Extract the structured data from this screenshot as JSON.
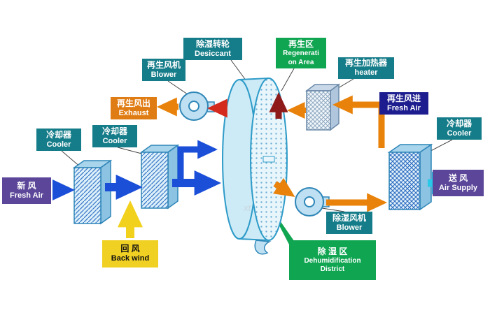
{
  "labels": {
    "desiccant": {
      "line1": "除湿转轮",
      "line2": "Desiccant"
    },
    "regen_area": {
      "line1": "再生区",
      "line2": "Regenerati",
      "line3": "on Area"
    },
    "regen_blower": {
      "line1": "再生风机",
      "line2": "Blower"
    },
    "regen_heater": {
      "line1": "再生加热器",
      "line2": "heater"
    },
    "exhaust": {
      "line1": "再生风出",
      "line2": "Exhaust"
    },
    "regen_fresh_air": {
      "line1": "再生风进",
      "line2": "Fresh Air"
    },
    "cooler_left1": {
      "line1": "冷却器",
      "line2": "Cooler"
    },
    "cooler_left2": {
      "line1": "冷却器",
      "line2": "Cooler"
    },
    "cooler_right": {
      "line1": "冷却器",
      "line2": "Cooler"
    },
    "fresh_air": {
      "line1": "新 风",
      "line2": "Fresh Air"
    },
    "air_supply": {
      "line1": "送 风",
      "line2": "Air Supply"
    },
    "back_wind": {
      "line1": "回 风",
      "line2": "Back wind"
    },
    "dehumid_blower": {
      "line1": "除湿风机",
      "line2": "Blower"
    },
    "dehumid_district": {
      "line1": "除 湿 区",
      "line2": "Dehumidification",
      "line3": "District"
    }
  },
  "watermark": "xt",
  "colors": {
    "label_teal": "#157C89",
    "label_green": "#0FA551",
    "label_orange": "#E07C14",
    "label_navy": "#1D1D8F",
    "label_purple": "#5B4699",
    "label_yellow": "#F0D023",
    "arrow_blue": "#1B4FD8",
    "arrow_orange": "#E8820A",
    "arrow_red": "#D42A1E",
    "arrow_darkred": "#8E1A1A",
    "arrow_yellow": "#F2D11C",
    "arrow_cyan": "#28C8E8",
    "wheel_fill": "#CDEBF7",
    "component_outline": "#2E86B8"
  }
}
